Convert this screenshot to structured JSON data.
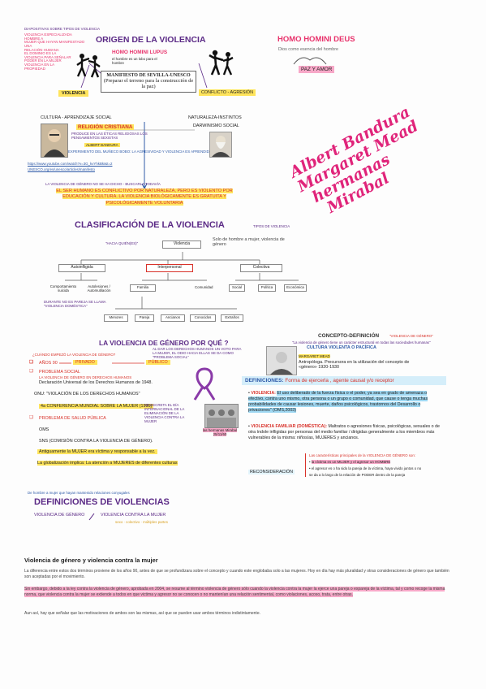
{
  "section1": {
    "corner_note": "DIAPOSITIVAS SOBRE TIPOS DE VIOLENCIA",
    "corner_lines": [
      "VIOLENCIA ESPECIALIZADA HOMBRE A",
      "MUJER QUE HAYAN MANIFESTADO UNA",
      "RELACIÓN HUMANA",
      "EL DOMINIO ES LA",
      "VIOLENCIA PARA SEÑALAR",
      "PODER EN LA MUJER",
      "VIOLENCIA EN LA",
      "PROPIEDAD"
    ],
    "title": "ORIGEN DE LA VIOLENCIA",
    "lupus_title": "HOMO HOMINI LUPUS",
    "lupus_sub": "el hombre es un lobo para el hombre",
    "manifesto_title": "MANIFIESTO DE SEVILLA-UNESCO",
    "manifesto_sub": "(Preparar el terreno para la construcción de la paz)",
    "violencia_label": "VIOLENCIA",
    "conflicto_label": "CONFLICTO - AGRESIÓN",
    "deus_title": "HOMO HOMINI DEUS",
    "deus_sub": "Dios como esencia del hombre",
    "paz_label": "PAZ Y AMOR",
    "cultura": "CULTURA - APRENDIZAJE SOCIAL",
    "religion": "RELIGIÓN CRISTIANA",
    "religion_sub": "PRODUCE EN LAS ÉTICAS RELIGIOSAS LOS PENSAMIENTOS SEXISTAS",
    "bandura": "ALBERT BANDURA",
    "experimento": "EXPERIMENTO DEL MUÑECO BOBO: LA AGRESIVIDAD Y VIOLENCIA ES APRENDIDA",
    "naturaleza": "NATURALEZA-INSTINTOS",
    "darwinismo": "DARWINISMO SOCIAL",
    "link1": "https://www.youtube.com/watch?v=3G_kvYhkBkI&t=2",
    "link2": "UNESCO.org/es/unesco/articles/manifesto",
    "violencia_nace": "LA VIOLENCIA DE GÉNERO NO SE HA DICHO - BUSCARLA TODAVÍA",
    "statement": "EL SER HUMANO ES CONFLICTIVO POR NATURALEZA, PERO ES VIOLENTO POR EDUCACIÓN Y CULTURA. LA VIOLENCIA BIOLÓGICAMENTE ES GRATUITA Y PSICOLÓGICAMENTE VOLUNTARIA"
  },
  "handwritten": [
    "Albert Bandura",
    "Margaret Mead",
    "hermanas",
    "Mirabal"
  ],
  "section2": {
    "title": "CLASIFICACIÓN DE LA VIOLENCIA",
    "tipos": "TIPOS DE VIOLENCIA",
    "hacia_quien": "\"HACIA QUIÉN(ES)\"",
    "root": "Violencia",
    "side_note": "Solo de hombre a mujer, violencia de género",
    "level1": [
      "Autoinfligida",
      "Interpersonal",
      "Colectiva"
    ],
    "level2": [
      "Comportamiento suicida",
      "Autolesiones / Automutilación",
      "Familia",
      "Comunidad",
      "Social",
      "Política",
      "Económica"
    ],
    "level3": [
      "Menores",
      "Pareja",
      "Ancianos",
      "Conocidos",
      "Extraños"
    ],
    "domestica_note": "DURANTE NO ES PAREJA SE LLAMA \"VIOLENCIA DOMÉSTICA\""
  },
  "section3": {
    "title": "LA VIOLENCIA DE GÉNERO POR QUÉ ?",
    "top_note": "AL DAR LOS DERECHOS HUMANOS UN VOTO PARA LA MUJER, EL ODIO HACIA ELLAS SE DA COMO \"PROBLEMA SOCIAL\"",
    "cuando": "¿CUÁNDO EMPEZÓ LA VIOLENCIA DE GÉNERO?",
    "anos": "AÑOS 90",
    "privado": "PRIVADO",
    "publico": "PÚBLICO",
    "problema_social": "PROBLEMA SOCIAL",
    "problema_note": "LA VIOLENCIA DE GÉNERO EN DERECHOS HUMANOS",
    "declaracion": "Declaración Universal de los Derechos Humanos de 1948.",
    "onu": "ONU: \"VIOLACIÓN DE LOS DERECHOS HUMANOS\"",
    "conferencia": "4a CONFERENCIA MUNDIAL SOBRE LA MUJER (1995)",
    "salud": "PROBLEMA DE SALUD PÚBLICA",
    "oms": "OMS",
    "sns": "SNS (COMISIÓN CONTRA LA VIOLENCIA DE GÉNERO).",
    "ribbon_note": "SE DECRETA EL DÍA INTERNACIONAL DE LA ELIMINACIÓN DE LA VIOLENCIA CONTRA LA MUJER",
    "mirabal_caption": "las hermanas Mirabal 25/11/60",
    "antiguamente": "Antiguamente la MUJER era víctima y responsable a la vez.",
    "globalizacion": "La globalización implica: La atención a MUJERES de diferentes culturas"
  },
  "section4": {
    "concepto": "CONCEPTO-DEFINICIÓN",
    "concepto_sub": "\"VIOLENCIA DE GÉNERO\"",
    "concepto_note": "\"La violencia de género tiene un carácter estructural en todas las sociedades humanas\"",
    "cultura_violenta": "CULTURA VIOLENTA O PACÍFICA",
    "margaret": "MARGARET MEAD",
    "antropologia": "Antropóloga. Precursora en la utilización del concepto de «género» 1920-1930",
    "definiciones_label": "DEFINICIONES:",
    "definiciones_text": "Forma de ejercerla , agente causal y/o receptor",
    "violencia_def_label": "VIOLENCIA:",
    "violencia_def": "El uso deliberado de la fuerza física o el poder, ya sea en grado de amenaza o efectivo, contra uno mismo, otra persona o un grupo o comunidad, que cause o tenga muchas probabilidades de causar lesiones, muerte, daños psicológicos, trastornos del Desarrollo o privaciones\" (OMS,2003)",
    "familiar_label": "VIOLENCIA FAMILIAR (DOMÉSTICA):",
    "familiar_def": "Maltratos o agresiones físicas, psicológicas, sexuales o de otra índole infligidas por personas del medio familiar / dirigidas generalmente a los miembros más vulnerables de la misma: niños/as, MUJERES y ancianos.",
    "reconsideracion": "RECONSIDERACIÓN",
    "caracteristicas": "Las características principales de la VIOLENCIA DE GÉNERO son:",
    "car1": "la víctima es un MUJER y el agresor un HOMBRE",
    "car2": "el agresor es o ha sido la pareja de la víctima, haya vivido juntos o no",
    "car3": "se da a lo largo de la relación de PODER dentro de la pareja"
  },
  "section5": {
    "note": "De hombre a mujer que hayan mantenido relaciones conyugales",
    "title": "DEFINICIONES DE VIOLENCIAS",
    "left": "VIOLENCIA DE GÉNERO",
    "right": "VIOLENCIA CONTRA LA MUJER",
    "right_sub": "sexo · colectivo · múltiples partes"
  },
  "article": {
    "title": "Violencia de género y violencia contra la mujer",
    "p1": "La diferencia entre estos dos términos proviene de los años 90, antes de que se profundizara sobre el concepto y cuando este englobaba solo a las mujeres. Hoy en día hay más pluralidad y otras consideraciones de género que también son aceptadas por el movimiento.",
    "p2": "Sin embargo, debido a la ley contra la violencia de género, aprobada en 2004, se resume al término violencia de género sólo cuando la violencia contra la mujer la ejerce una pareja o expareja de la víctima, tal y como recoge la misma norma, que violencia contra la mujer se extiende a todos en que victima y agresor no se conocen o no mantenían una relación sentimental, como violaciones, acoso, trata, entre otras.",
    "p3": "Aun así, hay que señalar que las motivaciones de ambos son las mismas, así que se pueden usar ambos términos indistintamente."
  },
  "colors": {
    "title_purple": "#5b2a86",
    "title_pink": "#e8326b",
    "accent_blue": "#2e5aa8",
    "highlight_yellow": "#ffe45c",
    "highlight_orange": "#ffb347",
    "highlight_pink": "#f7a8c8",
    "highlight_blue": "#9fd8f2",
    "handwriting_magenta": "#e0247a"
  }
}
